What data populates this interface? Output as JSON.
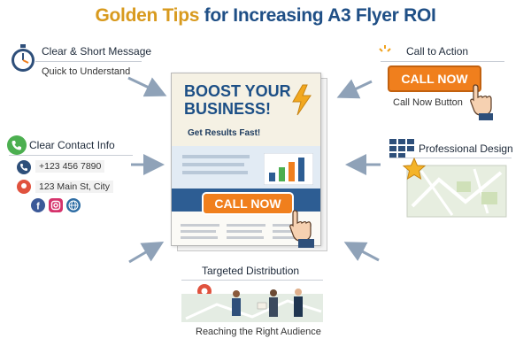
{
  "title": {
    "part1": "Golden Tips",
    "part2": " for Increasing A3 Flyer ROI"
  },
  "tips": {
    "clear_message": {
      "title": "Clear & Short Message",
      "subtitle": "Quick to Understand",
      "icon": "stopwatch-icon"
    },
    "contact_info": {
      "title": "Clear Contact Info",
      "phone": "+123 456 7890",
      "address": "123 Main St, City",
      "icon": "phone-icon",
      "socials": [
        "facebook-icon",
        "instagram-icon",
        "web-icon"
      ]
    },
    "call_to_action": {
      "title": "Call to Action",
      "button_label": "CALL NOW",
      "subtitle": "Call Now Button",
      "icon": "sparkle-icon"
    },
    "professional_design": {
      "title": "Professional Design",
      "icon": "grid-icon"
    },
    "targeted_distribution": {
      "title": "Targeted Distribution",
      "subtitle": "Reaching the Right Audience",
      "icon": "map-pin-icon"
    }
  },
  "flyer": {
    "headline_line1": "BOOST YOUR",
    "headline_line2": "BUSINESS!",
    "tagline": "Get Results Fast!",
    "cta_label": "CALL NOW"
  },
  "colors": {
    "gold": "#d89a1e",
    "navy": "#1f4f86",
    "orange": "#f07f1d",
    "green": "#4caf50"
  }
}
